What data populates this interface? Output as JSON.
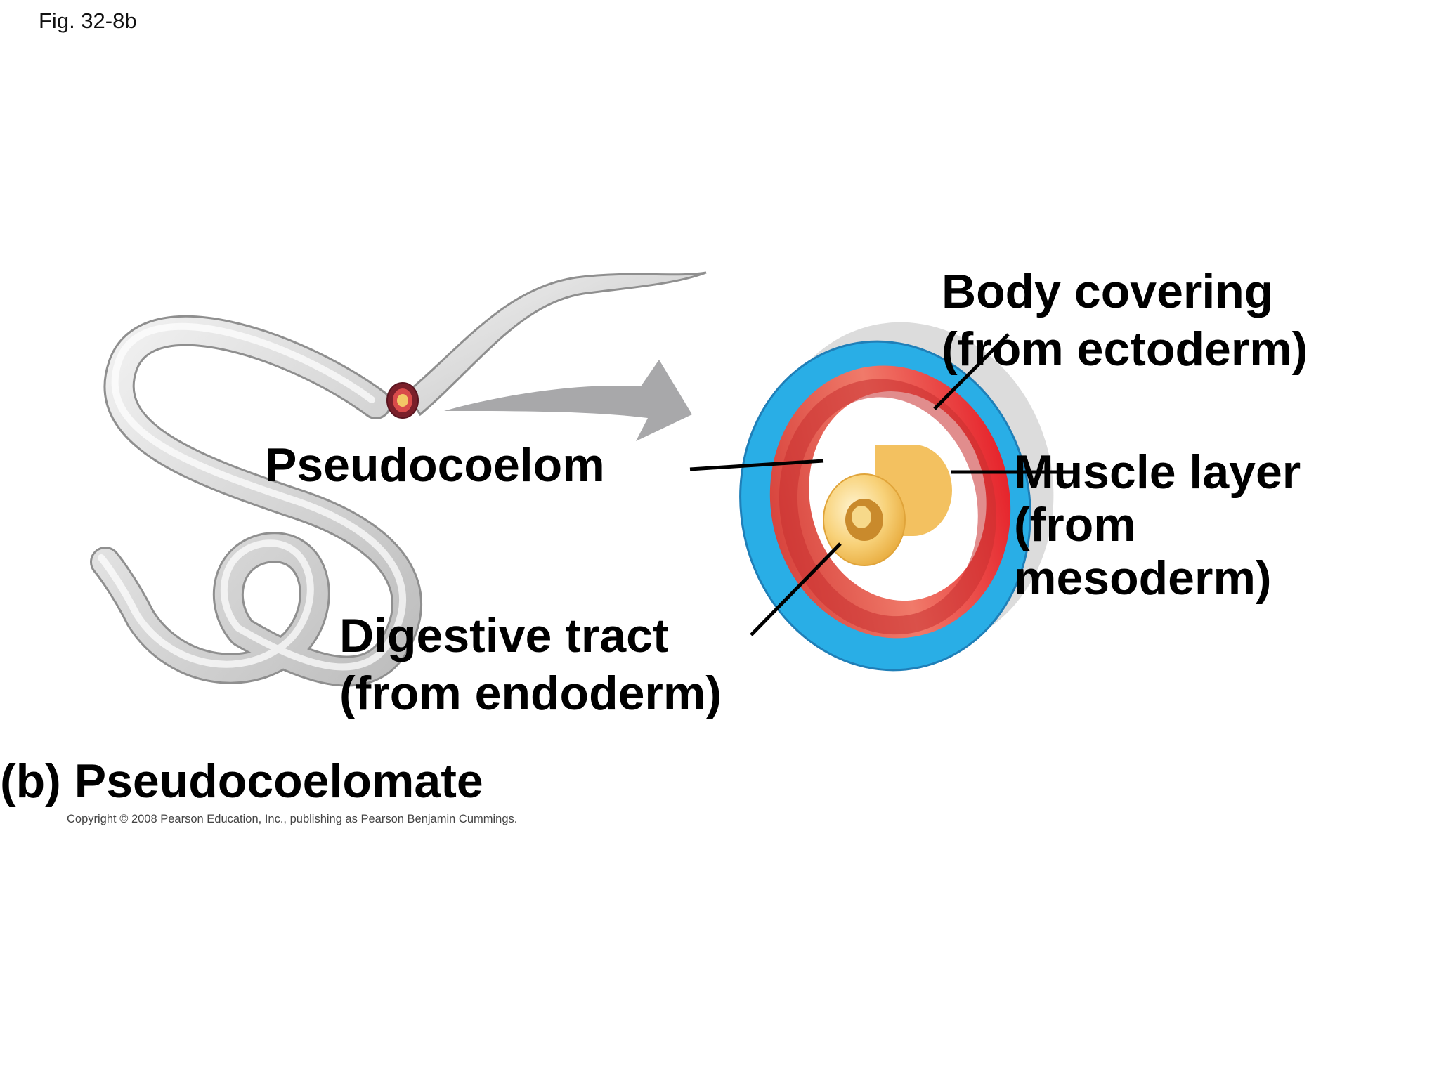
{
  "figure": {
    "number": "Fig. 32-8b",
    "panel_title": "(b) Pseudocoelomate",
    "copyright": "Copyright © 2008 Pearson Education, Inc., publishing as Pearson Benjamin Cummings."
  },
  "labels": {
    "body_covering": [
      "Body covering",
      "(from ectoderm)"
    ],
    "muscle_layer": [
      "Muscle layer",
      "(from",
      "mesoderm)"
    ],
    "pseudocoelom": "Pseudocoelom",
    "digestive_tract": [
      "Digestive tract",
      "(from endoderm)"
    ]
  },
  "colors": {
    "body_covering": "#29aee6",
    "muscle_layer": "#e8393a",
    "digestive_tract": "#f6c766",
    "worm_body": "#d8d8d8",
    "arrow": "#a8a8aa",
    "leader_lines": "#000000"
  }
}
